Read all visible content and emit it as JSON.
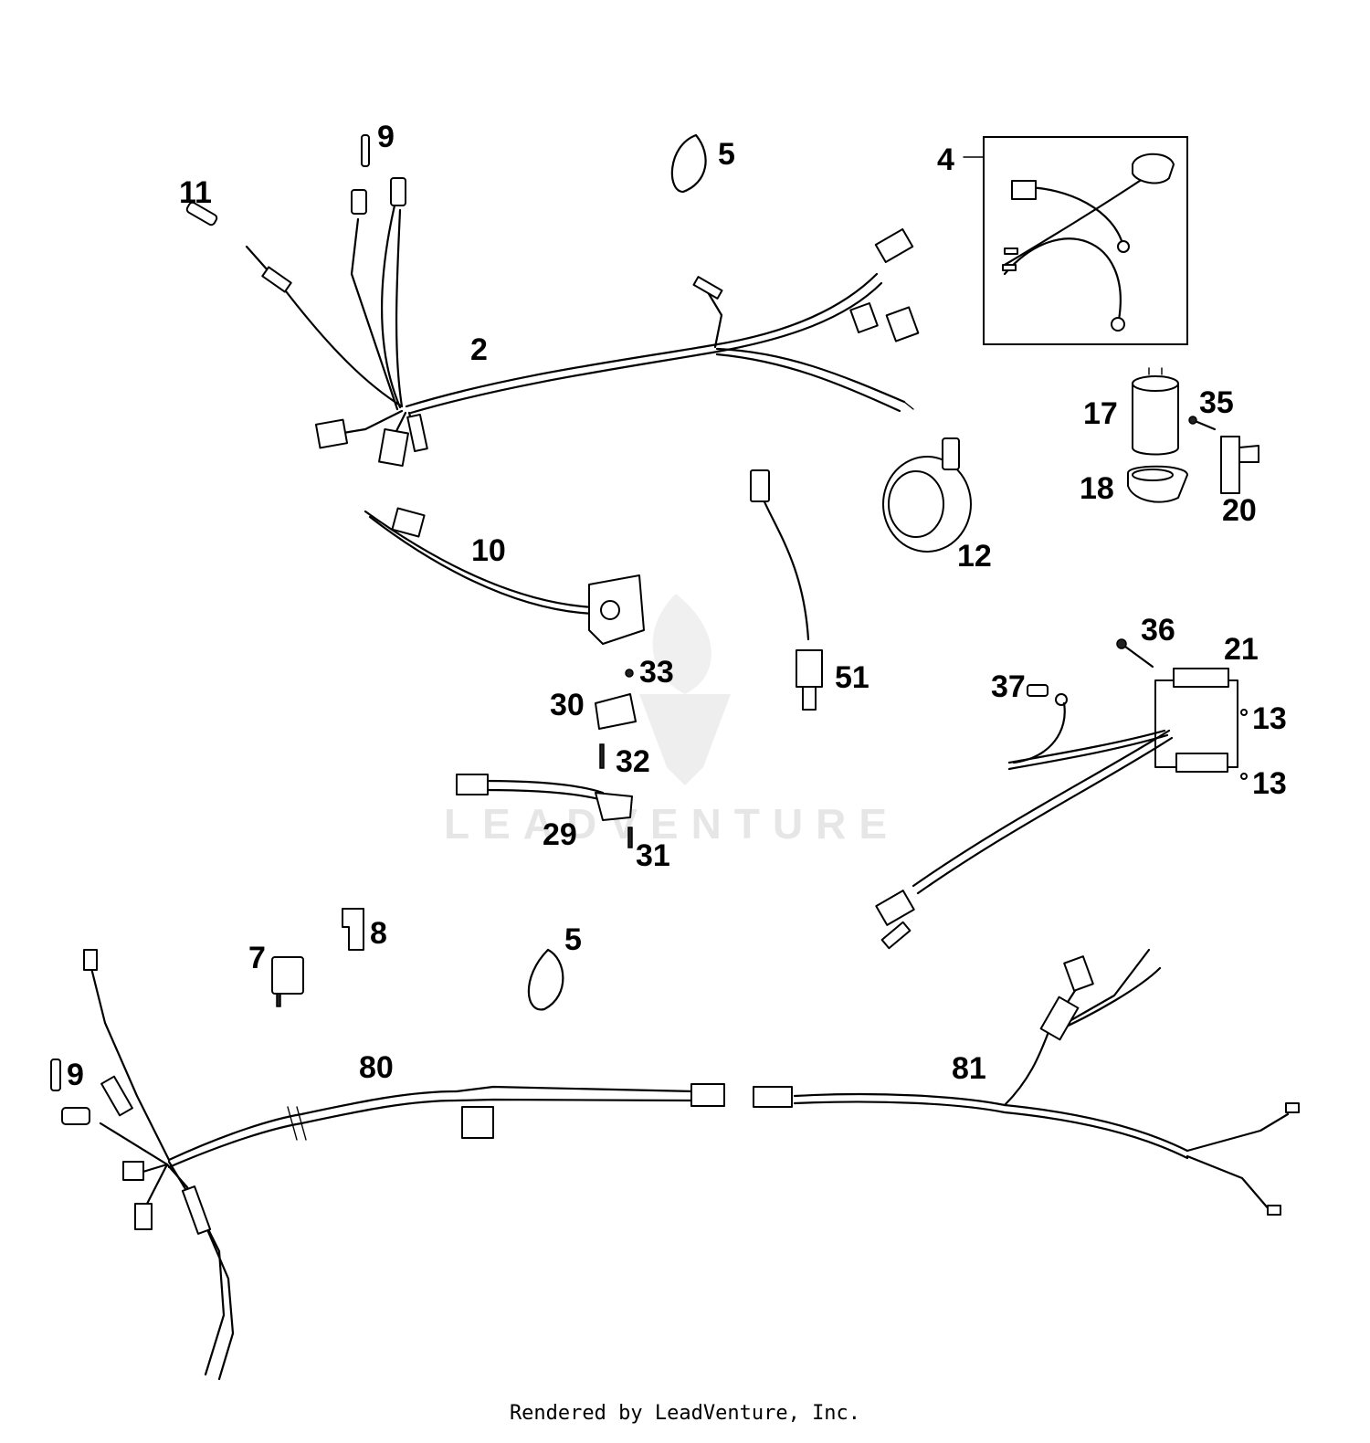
{
  "watermark": "LEADVENTURE",
  "callouts": [
    {
      "id": "2",
      "label": "2"
    },
    {
      "id": "4",
      "label": "4"
    },
    {
      "id": "5a",
      "label": "5"
    },
    {
      "id": "5b",
      "label": "5"
    },
    {
      "id": "7",
      "label": "7"
    },
    {
      "id": "8",
      "label": "8"
    },
    {
      "id": "9a",
      "label": "9"
    },
    {
      "id": "9b",
      "label": "9"
    },
    {
      "id": "10",
      "label": "10"
    },
    {
      "id": "11",
      "label": "11"
    },
    {
      "id": "12",
      "label": "12"
    },
    {
      "id": "13a",
      "label": "13"
    },
    {
      "id": "13b",
      "label": "13"
    },
    {
      "id": "17",
      "label": "17"
    },
    {
      "id": "18",
      "label": "18"
    },
    {
      "id": "20",
      "label": "20"
    },
    {
      "id": "21",
      "label": "21"
    },
    {
      "id": "29",
      "label": "29"
    },
    {
      "id": "30",
      "label": "30"
    },
    {
      "id": "31",
      "label": "31"
    },
    {
      "id": "32",
      "label": "32"
    },
    {
      "id": "33",
      "label": "33"
    },
    {
      "id": "35",
      "label": "35"
    },
    {
      "id": "36",
      "label": "36"
    },
    {
      "id": "37",
      "label": "37"
    },
    {
      "id": "51",
      "label": "51"
    },
    {
      "id": "80",
      "label": "80"
    },
    {
      "id": "81",
      "label": "81"
    }
  ],
  "footer": "Rendered by LeadVenture, Inc."
}
